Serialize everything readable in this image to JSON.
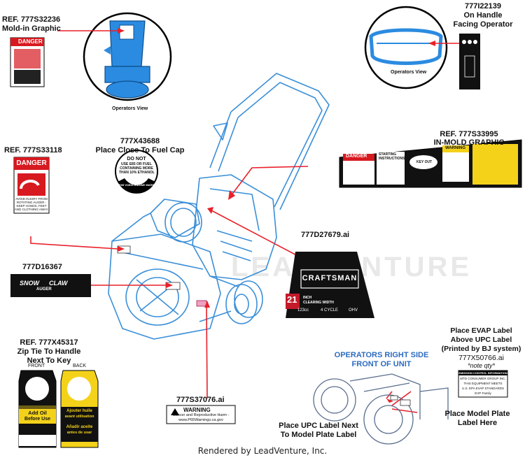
{
  "callouts": {
    "ref_777s32236": {
      "line1": "REF. 777S32236",
      "line2": "Mold-in Graphic"
    },
    "operators_view_left": "Operators View",
    "ref_777i22139": {
      "line1": "777I22139",
      "line2": "On Handle",
      "line3": "Facing Operator"
    },
    "operators_view_right": "Operators View",
    "x43688": {
      "line1": "777X43688",
      "line2": "Place Close To Fuel Cap"
    },
    "ref_777s33118": "REF. 777S33118",
    "ref_777s33995": {
      "line1": "REF. 777S33995",
      "line2": "IN-MOLD GRAPHIC"
    },
    "d27679": "777D27679.ai",
    "d16367": "777D16367",
    "ref_777x45317": {
      "line1": "REF. 777X45317",
      "line2": "Zip Tie To Handle",
      "line3": "Next To Key"
    },
    "front": "FRONT",
    "back": "BACK",
    "s37076": "777S37076.ai",
    "evap": {
      "line1": "Place EVAP Label",
      "line2": "Above UPC Label",
      "line3": "(Printed by BJ system)",
      "line4": "777X50766.ai",
      "line5": "*note qty*"
    },
    "operators_right_side": {
      "line1": "OPERATORS RIGHT SIDE",
      "line2": "FRONT OF UNIT"
    },
    "upc": {
      "line1": "Place UPC Label Next",
      "line2": "To Model Plate Label"
    },
    "model_plate": {
      "line1": "Place Model Plate",
      "line2": "Label Here"
    }
  },
  "labels": {
    "danger_word": "DANGER",
    "danger_note": "AVOID INJURY FROM ROTATING AUGER - KEEP HANDS, FEET AND CLOTHING AWAY.",
    "fuel": {
      "l1": "DO NOT",
      "l2": "USE E85 OR FUEL",
      "l3": "CONTAINING MORE",
      "l4": "THAN 10% ETHANOL",
      "ring": "E85 VOIDS ENGINE WARRANTY"
    },
    "inmold": {
      "danger": "DANGER",
      "starting": "STARTING INSTRUCTIONS",
      "warning": "WARNING",
      "key": "KEY OUT"
    },
    "craftsman": {
      "brand": "CRAFTSMAN",
      "size": "21",
      "inch": "INCH",
      "clearing": "CLEARING WIDTH",
      "cc": "123cc",
      "cycle": "4 CYCLE",
      "ohv": "OHV"
    },
    "snowclaw": {
      "snow": "SNOW",
      "claw": "CLAW",
      "auger": "AUGER"
    },
    "tag_front": {
      "l1": "Add Oil",
      "l2": "Before Use"
    },
    "tag_back": {
      "l1": "Ajouter huile",
      "l2": "avant utilisation",
      "l3": "Añadir aceite",
      "l4": "antes de usar"
    },
    "prop65": {
      "l1": "WARNING",
      "l2": "Cancer and Reproductive Harm -",
      "l3": "www.P65Warnings.ca.gov"
    },
    "emission": {
      "l1": "EMISSION CONTROL INFORMATION",
      "l2": "MTD CONSUMER GROUP INC.",
      "l3": "THIS EQUIPMENT MEETS",
      "l4": "U.S. EPA EVAP STANDARDS",
      "l5": "EVP Family"
    }
  },
  "footer": "Rendered by LeadVenture, Inc.",
  "watermark": "LEADVENTURE",
  "colors": {
    "blue_outline": "#3a8fd8",
    "blue_fill": "#2b8be0",
    "callout_red": "#e8202a",
    "danger_red": "#d71920",
    "tag_yellow": "#f4d21a"
  }
}
